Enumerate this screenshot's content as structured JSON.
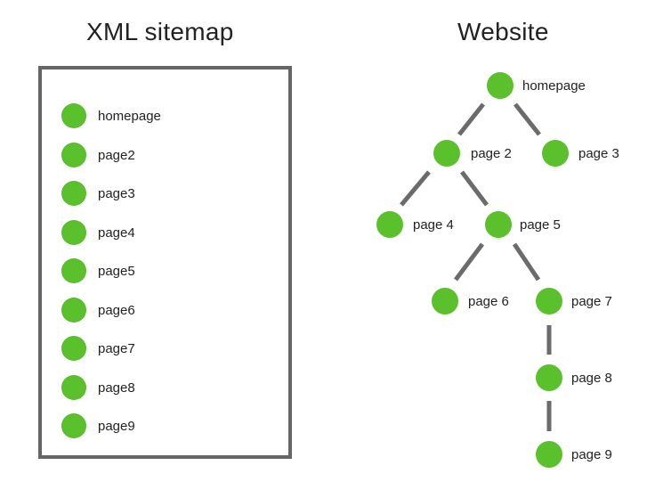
{
  "sitemap": {
    "title": "XML sitemap",
    "items": [
      "homepage",
      "page2",
      "page3",
      "page4",
      "page5",
      "page6",
      "page7",
      "page8",
      "page9"
    ]
  },
  "website": {
    "title": "Website",
    "nodes": [
      {
        "id": "homepage",
        "label": "homepage"
      },
      {
        "id": "page2",
        "label": "page 2"
      },
      {
        "id": "page3",
        "label": "page 3"
      },
      {
        "id": "page4",
        "label": "page 4"
      },
      {
        "id": "page5",
        "label": "page 5"
      },
      {
        "id": "page6",
        "label": "page 6"
      },
      {
        "id": "page7",
        "label": "page 7"
      },
      {
        "id": "page8",
        "label": "page 8"
      },
      {
        "id": "page9",
        "label": "page 9"
      }
    ],
    "edges": [
      [
        "homepage",
        "page2"
      ],
      [
        "homepage",
        "page3"
      ],
      [
        "page2",
        "page4"
      ],
      [
        "page2",
        "page5"
      ],
      [
        "page5",
        "page6"
      ],
      [
        "page5",
        "page7"
      ],
      [
        "page7",
        "page8"
      ],
      [
        "page8",
        "page9"
      ]
    ]
  },
  "colors": {
    "node": "#5ac12c",
    "edge": "#6b6b6b",
    "frame": "#666666",
    "text": "#222222"
  }
}
